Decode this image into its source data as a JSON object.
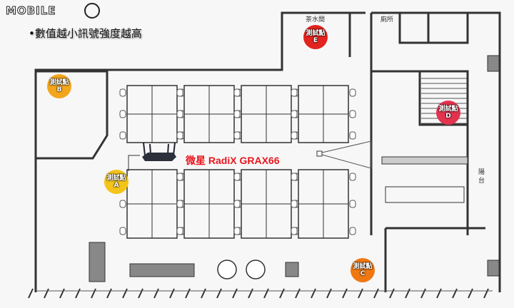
{
  "header": {
    "logo_text": "MOBILE",
    "note": "•數值越小訊號強度越高"
  },
  "rooms": {
    "pantry": "茶水間",
    "restroom": "廁所",
    "balcony": "陽台"
  },
  "router": {
    "label": "微星 RadiX GRAX66"
  },
  "test_points": [
    {
      "label": "測試點",
      "id": "A",
      "color": "#f5c419"
    },
    {
      "label": "測試點",
      "id": "B",
      "color": "#f3a51c"
    },
    {
      "label": "測試點",
      "id": "C",
      "color": "#f07812"
    },
    {
      "label": "測試點",
      "id": "D",
      "color": "#e3334f"
    },
    {
      "label": "測試點",
      "id": "E",
      "color": "#e2231f"
    }
  ],
  "colors": {
    "wall": "#333333",
    "line": "#555555"
  }
}
